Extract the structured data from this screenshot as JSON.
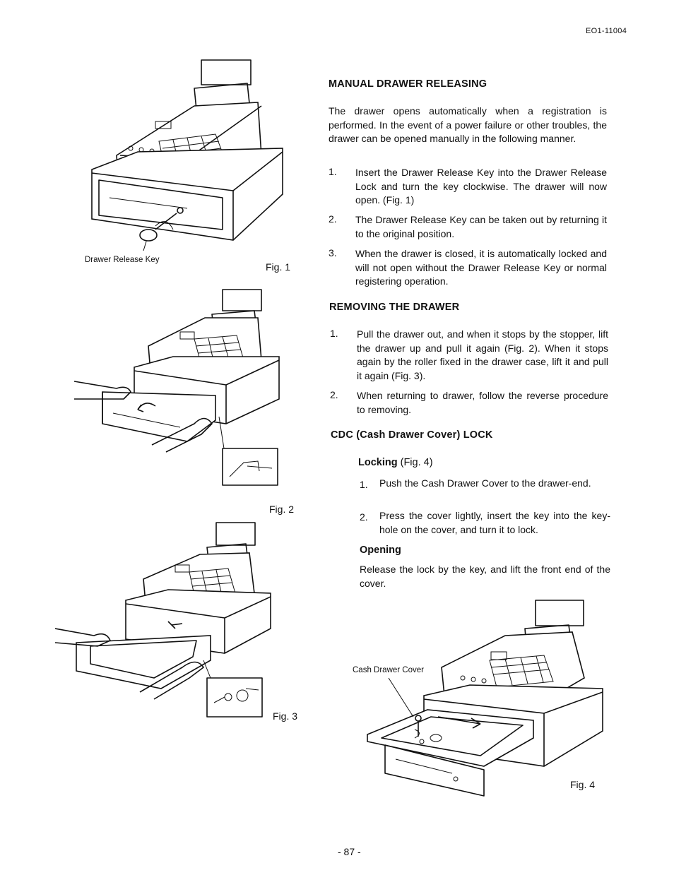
{
  "header": {
    "doc_id": "EO1-11004"
  },
  "sections": {
    "manual": {
      "title": "MANUAL DRAWER RELEASING",
      "intro": "The drawer opens automatically when a registration is performed. In the event of a power failure or other troubles, the drawer can be opened manually in the following manner.",
      "steps": [
        {
          "num": "1.",
          "text": "Insert the Drawer Release Key into the Drawer Release Lock and turn the key clockwise. The drawer will now open. (Fig. 1)"
        },
        {
          "num": "2.",
          "text": "The Drawer Release Key can be taken out by returning it to the original position."
        },
        {
          "num": "3.",
          "text": "When the drawer is closed, it is automatically locked and will not open without the Drawer Release Key or normal registering operation."
        }
      ]
    },
    "removing": {
      "title": "REMOVING THE DRAWER",
      "steps": [
        {
          "num": "1.",
          "text": "Pull the drawer out, and when it stops by the stopper, lift the drawer up and pull it again (Fig. 2). When it stops again by the roller fixed in the drawer case, lift it and pull it again (Fig. 3)."
        },
        {
          "num": "2.",
          "text": "When returning to drawer, follow the reverse procedure to removing."
        }
      ]
    },
    "cdc": {
      "title": "CDC (Cash Drawer Cover) LOCK",
      "locking_title": "Locking",
      "locking_ref": "(Fig. 4)",
      "locking_steps": [
        {
          "num": "1.",
          "text": "Push the Cash Drawer Cover to the drawer-end."
        },
        {
          "num": "2.",
          "text": "Press the cover lightly, insert the key into the key-hole on the cover, and turn it to lock."
        }
      ],
      "opening_title": "Opening",
      "opening_text": "Release the lock by the key, and lift the front end of the cover."
    }
  },
  "figures": {
    "fig1": {
      "caption": "Fig. 1",
      "label": "Drawer Release Key"
    },
    "fig2": {
      "caption": "Fig. 2"
    },
    "fig3": {
      "caption": "Fig. 3"
    },
    "fig4": {
      "caption": "Fig. 4",
      "label": "Cash Drawer Cover"
    }
  },
  "footer": {
    "page_number": "- 87 -"
  }
}
